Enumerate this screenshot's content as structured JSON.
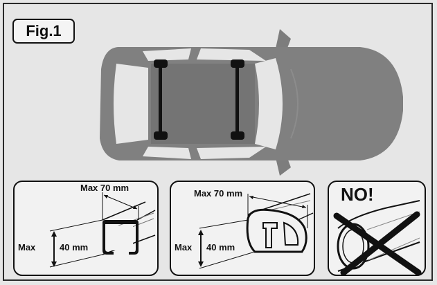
{
  "figure": {
    "label": "Fig.1"
  },
  "panels": [
    {
      "top_label": "Max 70 mm",
      "side_label": "Max",
      "height_label": "40 mm"
    },
    {
      "top_label": "Max 70 mm",
      "side_label": "Max",
      "height_label": "40 mm"
    },
    {
      "top_label": "NO!"
    }
  ],
  "colors": {
    "car_body": "#808080",
    "window": "#e8e8e8",
    "roof": "#6f6f6f",
    "bar": "#111111",
    "panel_bg": "#f2f2f2"
  }
}
